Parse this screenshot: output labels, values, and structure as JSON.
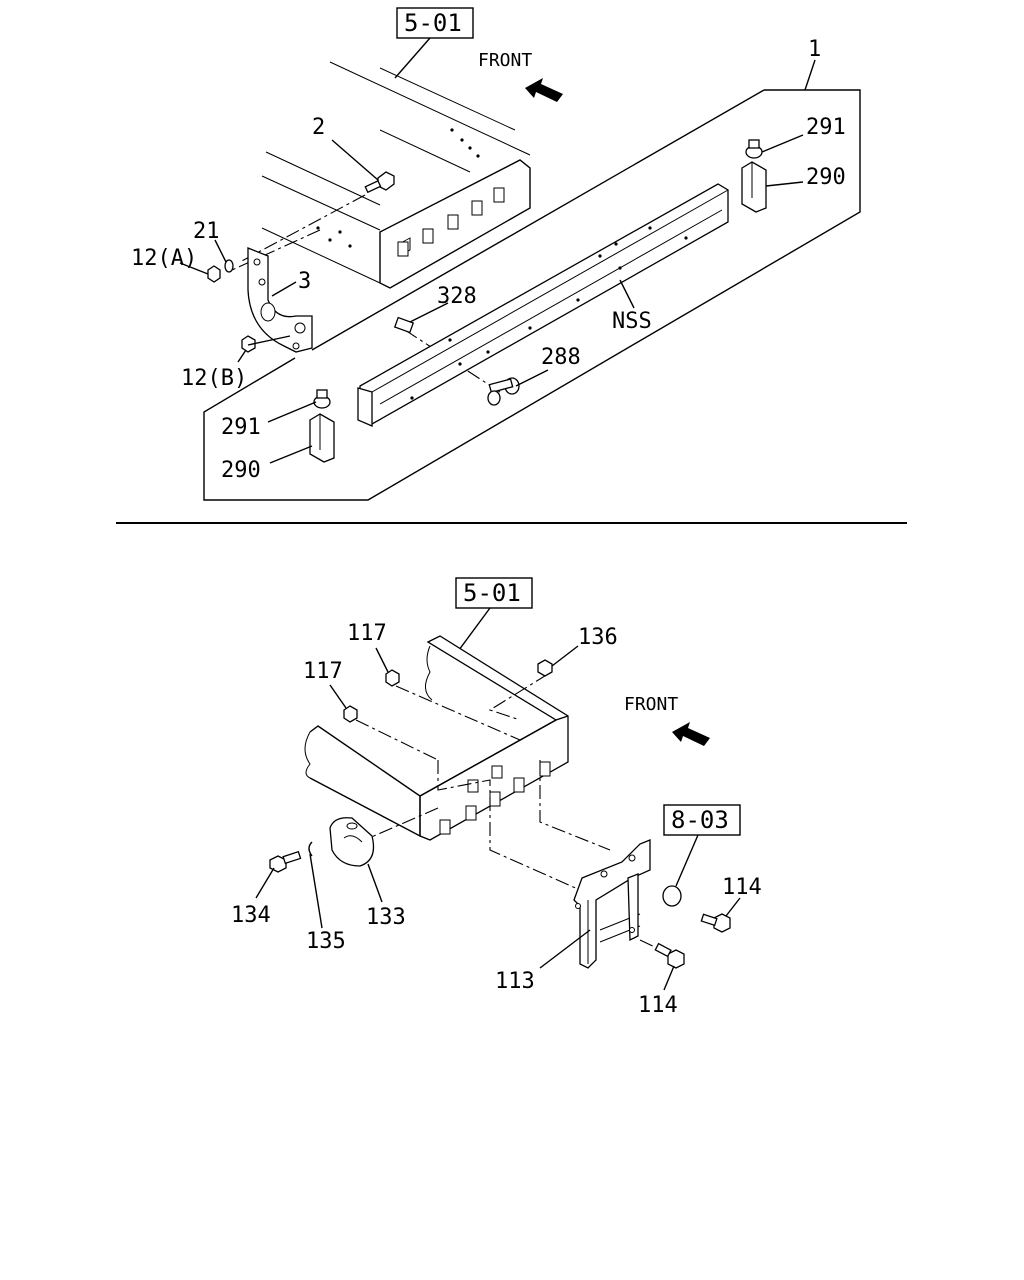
{
  "top_diagram": {
    "ref_box": "5-01",
    "front_label": "FRONT",
    "labels": {
      "p1": "1",
      "p2": "2",
      "p3": "3",
      "p21": "21",
      "p12a": "12(A)",
      "p12b": "12(B)",
      "p328": "328",
      "nss": "NSS",
      "p288": "288",
      "p291_right": "291",
      "p290_right": "290",
      "p291_left": "291",
      "p290_left": "290"
    }
  },
  "bottom_diagram": {
    "ref_box": "5-01",
    "ref_box_2": "8-03",
    "front_label": "FRONT",
    "labels": {
      "p117_a": "117",
      "p117_b": "117",
      "p136": "136",
      "p134": "134",
      "p135": "135",
      "p133": "133",
      "p113": "113",
      "p114_a": "114",
      "p114_b": "114"
    }
  }
}
